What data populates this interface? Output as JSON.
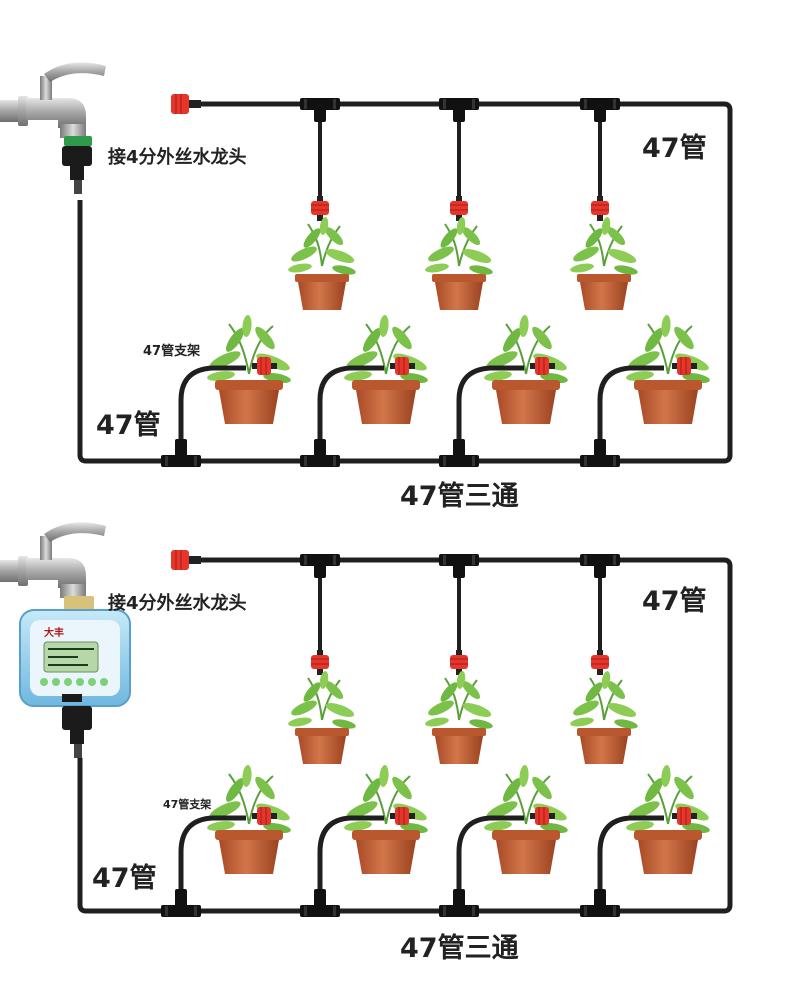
{
  "colors": {
    "pipe": "#1f1f1f",
    "dripper": "#e8352b",
    "pot": "#c8623a",
    "leaf": "#7cc24a",
    "timer_body": "#9fd4ee",
    "connector_green": "#2f9a4a"
  },
  "diagram_top": {
    "faucet_label": "接4分外丝水龙头",
    "pipe_label_right": "47管",
    "pipe_label_left": "47管",
    "stake_label": "47管支架",
    "tee_label": "47管三通"
  },
  "diagram_bottom": {
    "faucet_label": "接4分外丝水龙头",
    "pipe_label_right": "47管",
    "pipe_label_left": "47管",
    "stake_label": "47管支架",
    "tee_label": "47管三通",
    "timer_brand": "大丰"
  },
  "icons": [
    "faucet-icon",
    "water-timer-icon",
    "dripper-icon",
    "tee-connector-icon",
    "potted-plant-icon",
    "end-plug-icon",
    "support-stake-icon"
  ]
}
